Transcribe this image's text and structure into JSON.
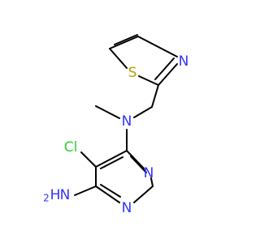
{
  "molecule": {
    "atoms": {
      "S": {
        "text": "S",
        "color": "#b3a200"
      },
      "N_thiazole": {
        "text": "N",
        "color": "#3333ff"
      },
      "N_amine": {
        "text": "N",
        "color": "#3333ff"
      },
      "Cl": {
        "text": "Cl",
        "color": "#33cc33"
      },
      "N_ring_a": {
        "text": "N",
        "color": "#3333ff"
      },
      "N_ring_b": {
        "text": "N",
        "color": "#3333ff"
      },
      "NH2_N": {
        "text": "N",
        "color": "#3333ff"
      },
      "NH2_H": {
        "text": "H",
        "color": "#3333ff"
      },
      "NH2_sub": {
        "text": "2",
        "color": "#3333ff"
      }
    },
    "bond_color": "#000000"
  }
}
